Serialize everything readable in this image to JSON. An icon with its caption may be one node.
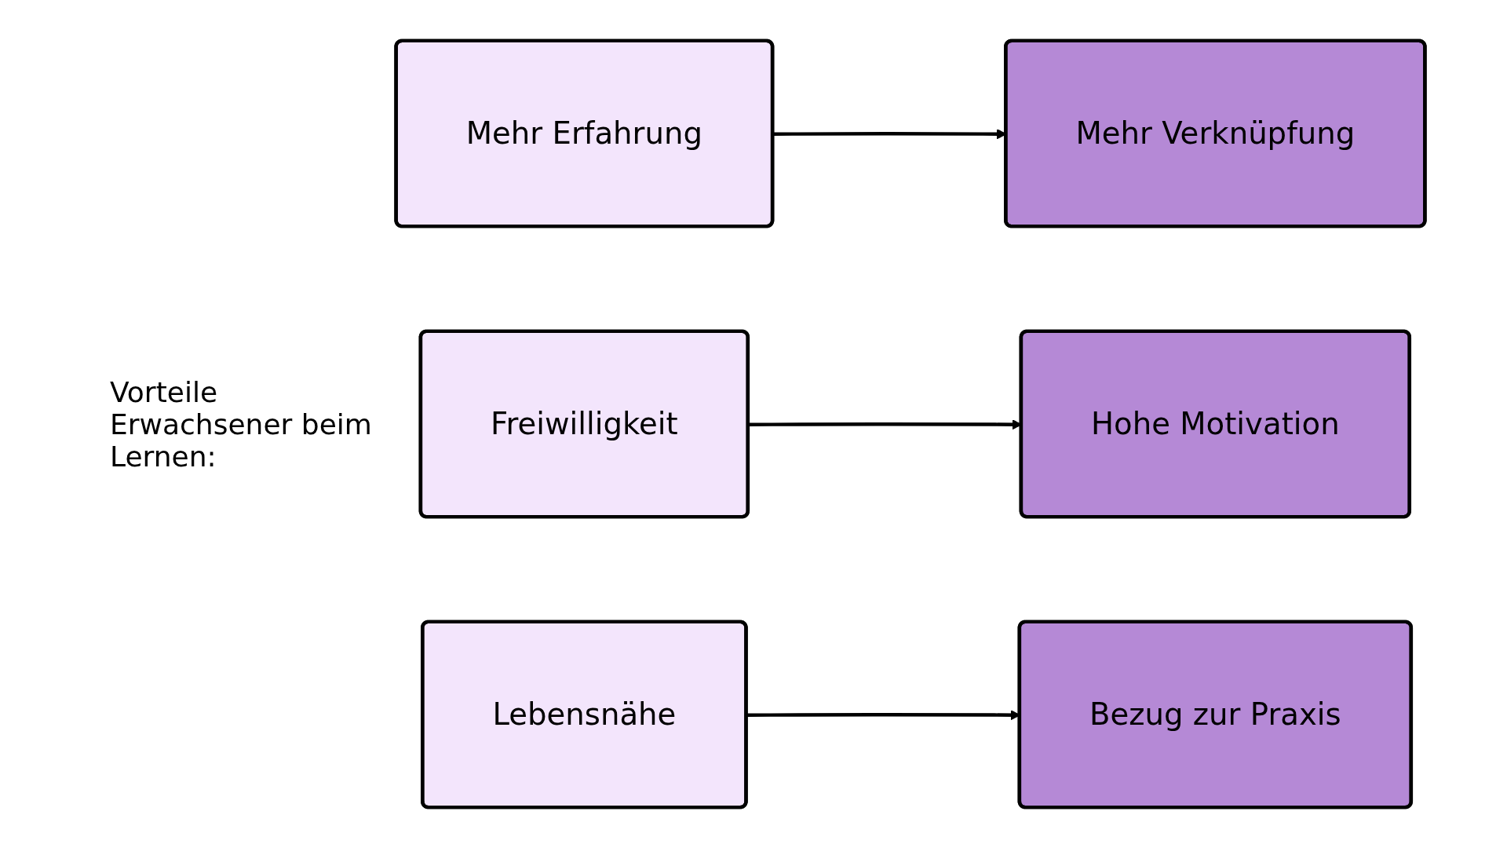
{
  "diagram": {
    "title": "Vorteile Erwachsener beim Lernen:",
    "nodes": [
      {
        "text": [
          "Mehr Erfahrung"
        ]
      },
      {
        "text": [
          "Mehr Verknüpfung"
        ]
      },
      {
        "text": [
          "Freiwilligkeit"
        ]
      },
      {
        "text": [
          "Hohe Motivation"
        ]
      },
      {
        "text": [
          "Lebensnähe"
        ]
      },
      {
        "text": [
          "Bezug zur Praxis"
        ]
      }
    ],
    "edges": [
      {
        "from": 0,
        "to": 1,
        "arrow": "to"
      },
      {
        "from": 2,
        "to": 3,
        "arrow": "to"
      },
      {
        "from": 4,
        "to": 5,
        "arrow": "to"
      }
    ]
  }
}
